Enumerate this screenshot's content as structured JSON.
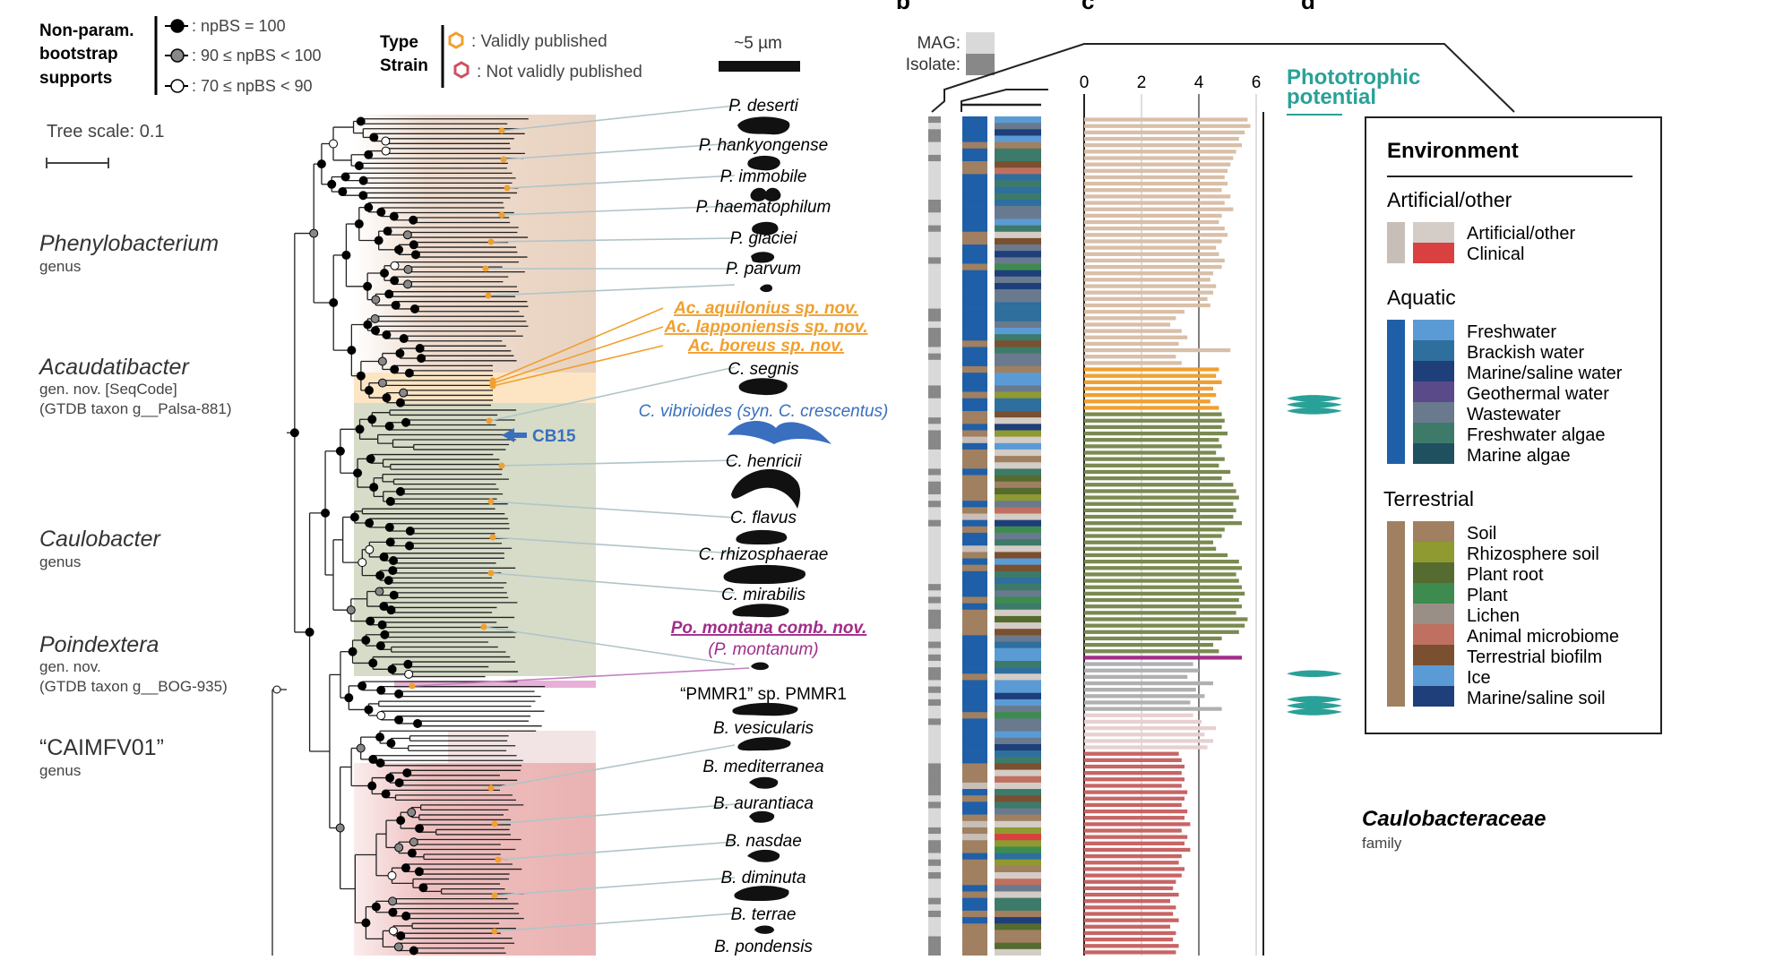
{
  "panel_letters": {
    "b": "b",
    "c": "c",
    "d": "d"
  },
  "bootstrap_legend": {
    "title_lines": [
      "Non-param.",
      "bootstrap",
      "supports"
    ],
    "items": [
      {
        "label": ": npBS = 100",
        "fill": "#000000"
      },
      {
        "label": ": 90 ≤ npBS < 100",
        "fill": "#888888"
      },
      {
        "label": ": 70 ≤ npBS < 90",
        "fill": "#ffffff"
      }
    ]
  },
  "type_strain_legend": {
    "title_lines": [
      "Type",
      "Strain"
    ],
    "items": [
      {
        "label": ": Validly published",
        "color": "#f0a030"
      },
      {
        "label": ": Not validly published",
        "color": "#d05060"
      }
    ]
  },
  "scale_bar": {
    "label": "~5 µm"
  },
  "tree_scale": {
    "label": "Tree scale: 0.1"
  },
  "mag_isolate_legend": {
    "mag": "MAG:",
    "isolate": "Isolate:",
    "mag_color": "#d9d9d9",
    "isolate_color": "#888888"
  },
  "axis": {
    "ticks": [
      "0",
      "2",
      "4",
      "6"
    ],
    "values": [
      0,
      2,
      4,
      6
    ]
  },
  "phototrophic": {
    "label_lines": [
      "Phototrophic",
      "potential"
    ],
    "color": "#2aa198"
  },
  "clades": [
    {
      "name": "Phenylobacterium",
      "sub1": "genus",
      "sub2": ""
    },
    {
      "name": "Acaudatibacter",
      "sub1": "gen. nov. [SeqCode]",
      "sub2": "(GTDB taxon g__Palsa-881)"
    },
    {
      "name": "Caulobacter",
      "sub1": "genus",
      "sub2": ""
    },
    {
      "name": "Poindextera",
      "sub1": "gen. nov.",
      "sub2": "(GTDB taxon g__BOG-935)"
    },
    {
      "name": "“CAIMFV01”",
      "sub1": "genus",
      "sub2": ""
    }
  ],
  "species": [
    "P. deserti",
    "P. hankyongense",
    "P. immobile",
    "P. haematophilum",
    "P. glaciei",
    "P. parvum",
    "Ac. aquilonius sp. nov.",
    "Ac. lapponiensis sp. nov.",
    "Ac. boreus sp. nov.",
    "C. segnis",
    "C. vibrioides (syn. C. crescentus)",
    "C. henricii",
    "C. flavus",
    "C. rhizosphaerae",
    "C. mirabilis",
    "Po. montana comb. nov.",
    "(P. montanum)",
    "“PMMR1” sp. PMMR1",
    "B. vesicularis",
    "B. mediterranea",
    "B. aurantiaca",
    "B. nasdae",
    "B. diminuta",
    "B. terrae",
    "B. pondensis"
  ],
  "cb15": "CB15",
  "environment_legend": {
    "title": "Environment",
    "groups": [
      {
        "name": "Artificial/other",
        "group_color": "#c8beb8",
        "items": [
          {
            "label": "Artificial/other",
            "color": "#d4ccc6"
          },
          {
            "label": "Clinical",
            "color": "#d94040"
          }
        ]
      },
      {
        "name": "Aquatic",
        "group_color": "#1f5fa8",
        "items": [
          {
            "label": "Freshwater",
            "color": "#5b9bd5"
          },
          {
            "label": "Brackish water",
            "color": "#2e6f9e"
          },
          {
            "label": "Marine/saline water",
            "color": "#1e3f7a"
          },
          {
            "label": "Geothermal water",
            "color": "#5a4a8a"
          },
          {
            "label": "Wastewater",
            "color": "#6a7a8e"
          },
          {
            "label": "Freshwater algae",
            "color": "#3d7a6a"
          },
          {
            "label": "Marine algae",
            "color": "#1f5060"
          }
        ]
      },
      {
        "name": "Terrestrial",
        "group_color": "#a08060",
        "items": [
          {
            "label": "Soil",
            "color": "#a08060"
          },
          {
            "label": "Rhizosphere soil",
            "color": "#8f9a30"
          },
          {
            "label": "Plant root",
            "color": "#556b2f"
          },
          {
            "label": "Plant",
            "color": "#3e8b4f"
          },
          {
            "label": "Lichen",
            "color": "#9a8f86"
          },
          {
            "label": "Animal microbiome",
            "color": "#c07060"
          },
          {
            "label": "Terrestrial biofilm",
            "color": "#7a5030"
          },
          {
            "label": "Ice",
            "color": "#5b9bd5"
          },
          {
            "label": "Marine/saline soil",
            "color": "#1e3f7a"
          }
        ]
      }
    ]
  },
  "family": {
    "name": "Caulobacteraceae",
    "sub": "family"
  },
  "colors": {
    "phenylobacterium_bg": "#f0ddd0",
    "acaudatibacter_bg": "#fde5c4",
    "caulobacter_bg": "#d6dcc8",
    "caimfv01_bg": "#f2e4e4",
    "brevundimonas_bg": "#efc0c0",
    "acaudatibacter_text": "#f0a030",
    "caulobacter_blue": "#3a6fbf",
    "poindextera_text": "#a02d8a"
  },
  "bar_groups": [
    {
      "color": "#d8bfa8",
      "values": [
        5.7,
        5.8,
        5.6,
        5.4,
        5.5,
        5.3,
        5.2,
        5.1,
        5.0,
        4.9,
        5.0,
        4.8,
        5.1,
        4.9,
        5.2,
        4.8,
        4.7,
        4.9,
        5.0,
        4.8,
        4.6,
        4.7,
        4.9,
        4.8,
        4.5,
        4.4,
        4.6,
        4.5,
        4.3,
        4.4,
        3.5,
        3.2,
        3.0,
        3.4,
        3.6,
        3.3,
        5.1,
        3.2,
        3.4
      ]
    },
    {
      "color": "#f0a030",
      "values": [
        4.7,
        4.6,
        4.8,
        4.5,
        4.6,
        4.4,
        4.7
      ]
    },
    {
      "color": "#7a8a50",
      "values": [
        4.8,
        4.9,
        4.8,
        5.0,
        4.7,
        4.8,
        4.6,
        4.9,
        4.7,
        5.1,
        4.8,
        5.2,
        5.3,
        5.4,
        5.2,
        5.3,
        5.2,
        5.5,
        4.9,
        4.8,
        4.5,
        4.6,
        5.0,
        5.4,
        5.5,
        5.3,
        5.4,
        5.5,
        5.6,
        5.4,
        5.5,
        5.3,
        5.7,
        5.6,
        5.4,
        4.8,
        4.5,
        4.7
      ]
    },
    {
      "color": "#a02d8a",
      "values": [
        5.5
      ]
    },
    {
      "color": "#b0b0b0",
      "values": [
        3.8,
        4.0,
        3.6,
        4.5,
        3.9,
        4.2,
        3.7,
        4.8
      ]
    },
    {
      "color": "#e8d0d0",
      "values": [
        3.8,
        4.1,
        4.6,
        4.2,
        4.5,
        4.3
      ]
    },
    {
      "color": "#c86464",
      "values": [
        3.3,
        3.4,
        3.5,
        3.4,
        3.5,
        3.4,
        3.6,
        3.5,
        3.4,
        3.6,
        3.5,
        3.7,
        3.4,
        3.6,
        3.5,
        3.7,
        3.4,
        3.3,
        3.5,
        3.4,
        3.2,
        3.1,
        3.3,
        3.0,
        3.2,
        3.1,
        3.3,
        3.0,
        3.2,
        3.1,
        3.3,
        3.2
      ]
    }
  ],
  "photo_markers": [
    {
      "row": 45,
      "spikes": 3
    },
    {
      "row": 87,
      "spikes": 1
    },
    {
      "row": 92,
      "spikes": 3
    }
  ]
}
